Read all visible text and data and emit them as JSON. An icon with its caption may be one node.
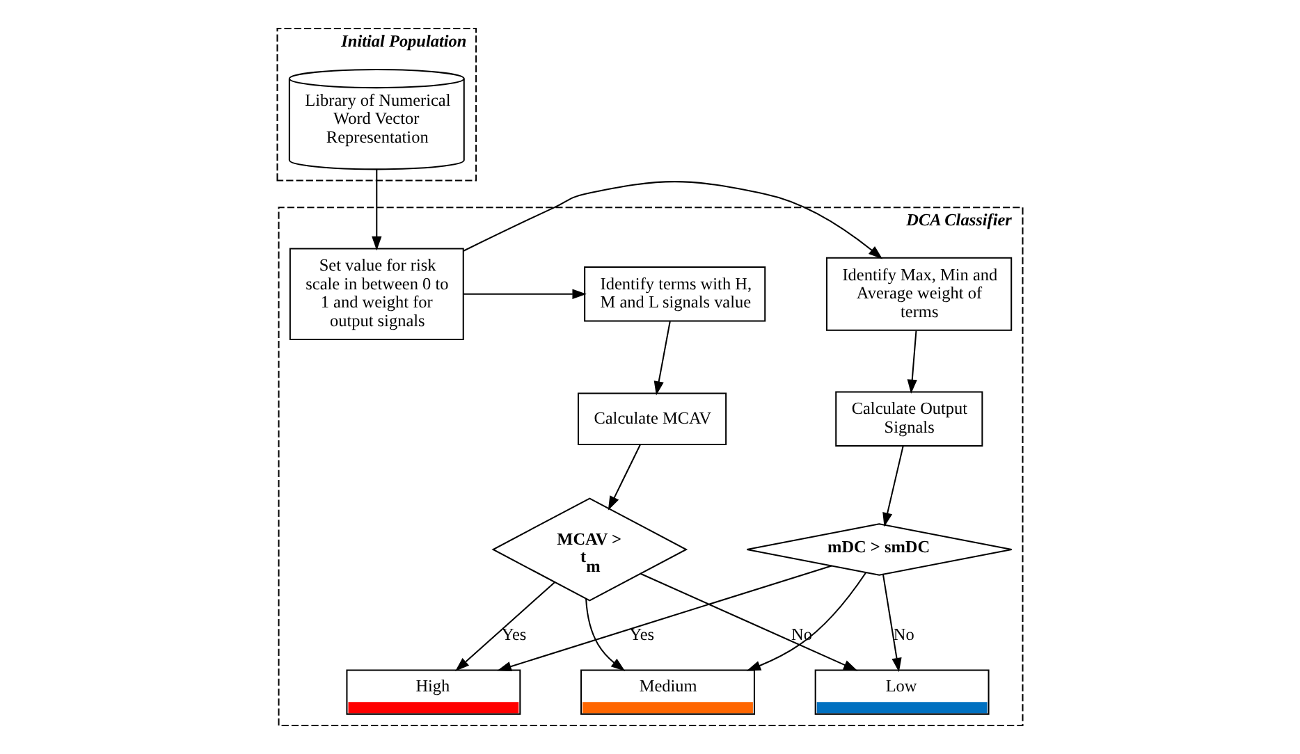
{
  "diagram": {
    "nodes": [
      {
        "text": [
          "Initial Population"
        ]
      },
      {
        "text": [
          "Library of Numerical Word Vector Representation"
        ],
        "in": 0
      },
      {
        "text": [
          "DCA Classifier"
        ]
      },
      {
        "text": [
          "Set value for risk scale in between 0 to 1 and weight for output signals"
        ],
        "in": 2
      },
      {
        "text": [
          "Identify Max, Min and Average weight of terms"
        ],
        "in": 2
      },
      {
        "text": [
          "Identify terms with H, M and L signals value"
        ],
        "in": 2
      },
      {
        "text": [
          "Calculate Output Signals"
        ],
        "in": 2
      },
      {
        "text": [
          "Calculate MCAV"
        ],
        "in": 2
      },
      {
        "text": [
          "mDC > smDC"
        ],
        "in": 2
      },
      {
        "text": [
          "MCAV > t$_{m}$"
        ],
        "in": 2
      },
      {
        "text": [
          "High"
        ],
        "in": 2
      },
      {
        "text": [
          "Medium"
        ],
        "in": 2
      },
      {
        "text": [
          "Low"
        ],
        "in": 2
      }
    ],
    "edges": [
      {
        "from": 1,
        "to": 3,
        "arrow": "to"
      },
      {
        "from": 3,
        "to": 4,
        "arrow": "to"
      },
      {
        "from": 3,
        "to": 5,
        "arrow": "to"
      },
      {
        "from": 4,
        "to": 6,
        "arrow": "to"
      },
      {
        "from": 5,
        "to": 7,
        "arrow": "to"
      },
      {
        "from": 6,
        "to": 8,
        "arrow": "to"
      },
      {
        "from": 7,
        "to": 9,
        "arrow": "to"
      },
      {
        "from": 8,
        "to": 10,
        "arrow": "to",
        "label": "Yes"
      },
      {
        "from": 8,
        "to": 11,
        "arrow": "to"
      },
      {
        "from": 9,
        "to": 10,
        "arrow": "to",
        "label": "Yes"
      },
      {
        "from": 9,
        "to": 11,
        "arrow": "to"
      },
      {
        "from": 8,
        "to": 12,
        "arrow": "to",
        "label": "No"
      },
      {
        "from": 9,
        "to": 12,
        "arrow": "to",
        "label": "No"
      }
    ]
  }
}
